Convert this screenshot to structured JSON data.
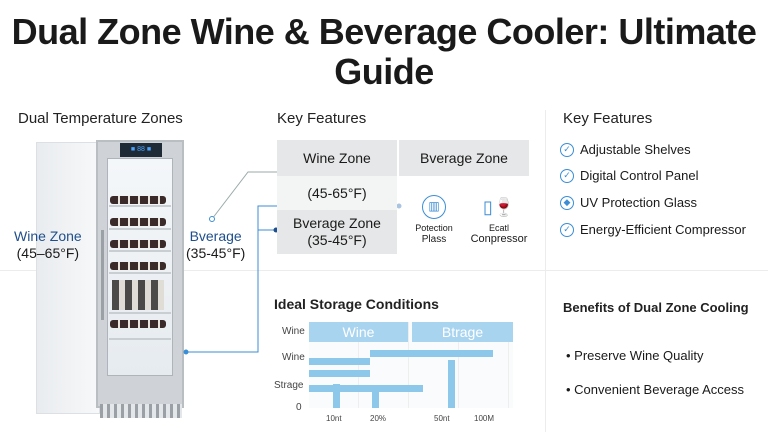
{
  "title": "Dual Zone Wine & Beverage Cooler: Ultimate Guide",
  "left": {
    "heading": "Dual Temperature Zones",
    "wine_label": "Wine Zone",
    "wine_range": "(45–65°F)",
    "bev_label": "Bverage",
    "bev_range": "(35-45°F)"
  },
  "center": {
    "heading": "Key Features",
    "wine_zone": "Wine Zone",
    "wine_range": "(45-65°F)",
    "bev_zone_header": "Bverage Zone",
    "bev_zone": "Bverage Zone",
    "bev_range": "(35-45°F)",
    "icon1": {
      "icon": "bar-chart-icon",
      "line1": "Potection",
      "line2": "Plass"
    },
    "icon2": {
      "icon": "fridge-glass-icon",
      "line1": "Ecatl",
      "line2": "Conpressor"
    }
  },
  "right": {
    "heading": "Key Features",
    "items": [
      {
        "icon": "check-icon",
        "label": "Adjustable Shelves"
      },
      {
        "icon": "check-icon",
        "label": "Digital Control Panel"
      },
      {
        "icon": "diamond-icon",
        "label": "UV Protection Glass"
      },
      {
        "icon": "check-icon",
        "label": "Energy-Efficient Compressor"
      }
    ]
  },
  "benefits": {
    "heading": "Benefits of Dual Zone Cooling",
    "items": [
      "Preserve Wine Quality",
      "Convenient Beverage Access"
    ]
  },
  "chart_data": {
    "type": "bar",
    "title": "Ideal Storage Conditions",
    "headers": [
      "Wine",
      "Btrage"
    ],
    "y_labels": [
      "Wine",
      "Wine",
      "Strage",
      "0"
    ],
    "x_labels": [
      "10nt",
      "20%",
      "50nt",
      "100M"
    ],
    "xlim": [
      0,
      100
    ],
    "h_bars": [
      {
        "start": 30,
        "end": 90
      },
      {
        "start": 0,
        "end": 30
      },
      {
        "start": 0,
        "end": 30
      },
      {
        "start": 0,
        "end": 56
      }
    ],
    "v_bars": [
      {
        "x": 12,
        "height": 1
      },
      {
        "x": 31,
        "height": 0.7
      },
      {
        "x": 68,
        "height": 2
      }
    ],
    "color": "#8dc7ea"
  },
  "colors": {
    "accent": "#1f4e8c",
    "line": "#3b8ed6"
  }
}
